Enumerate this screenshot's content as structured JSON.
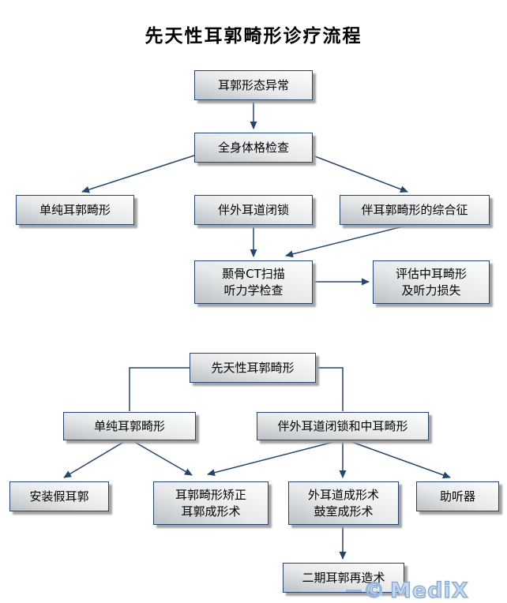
{
  "title": "先天性耳郭畸形诊疗流程",
  "watermark": {
    "copyright": "©",
    "brand": "MediX"
  },
  "colors": {
    "box_border": "#24466e",
    "arrow": "#24466e",
    "box_gradient_dark": "#bdc1c5",
    "box_gradient_light": "#fdfdfd",
    "box_shadow": "#a3a3a3",
    "watermark_fill": "#c3d7ee",
    "watermark_stroke": "#85a9d2",
    "title_color": "#000000"
  },
  "nodes": [
    {
      "id": "ear-shape-abnormal",
      "label": "耳郭形态异常"
    },
    {
      "id": "physical-exam",
      "label": "全身体格检查"
    },
    {
      "id": "simple-deformity-1",
      "label": "单纯耳郭畸形"
    },
    {
      "id": "canal-atresia",
      "label": "伴外耳道闭锁"
    },
    {
      "id": "deformity-syndrome",
      "label": "伴耳郭畸形的综合征"
    },
    {
      "id": "ct-audiology",
      "label": "颞骨CT扫描\n听力学检查"
    },
    {
      "id": "evaluate-middle-ear",
      "label": "评估中耳畸形\n及听力损失"
    },
    {
      "id": "congenital-deformity",
      "label": "先天性耳郭畸形"
    },
    {
      "id": "simple-deformity-2",
      "label": "单纯耳郭畸形"
    },
    {
      "id": "atresia-middle-ear",
      "label": "伴外耳道闭锁和中耳畸形"
    },
    {
      "id": "prosthetic-ear",
      "label": "安装假耳郭"
    },
    {
      "id": "correction-plasty",
      "label": "耳郭畸形矫正\n耳郭成形术"
    },
    {
      "id": "canal-tympanoplasty",
      "label": "外耳道成形术\n鼓室成形术"
    },
    {
      "id": "hearing-aid",
      "label": "助听器"
    },
    {
      "id": "stage2-reconstruction",
      "label": "二期耳郭再造术"
    }
  ],
  "edges": [
    {
      "from": "ear-shape-abnormal",
      "to": "physical-exam"
    },
    {
      "from": "physical-exam",
      "to": "simple-deformity-1"
    },
    {
      "from": "physical-exam",
      "to": "canal-atresia"
    },
    {
      "from": "physical-exam",
      "to": "deformity-syndrome"
    },
    {
      "from": "canal-atresia",
      "to": "ct-audiology"
    },
    {
      "from": "deformity-syndrome",
      "to": "ct-audiology"
    },
    {
      "from": "ct-audiology",
      "to": "evaluate-middle-ear"
    },
    {
      "from": "congenital-deformity",
      "to": "simple-deformity-2"
    },
    {
      "from": "congenital-deformity",
      "to": "atresia-middle-ear"
    },
    {
      "from": "simple-deformity-2",
      "to": "prosthetic-ear"
    },
    {
      "from": "simple-deformity-2",
      "to": "correction-plasty"
    },
    {
      "from": "atresia-middle-ear",
      "to": "correction-plasty"
    },
    {
      "from": "atresia-middle-ear",
      "to": "canal-tympanoplasty"
    },
    {
      "from": "atresia-middle-ear",
      "to": "hearing-aid"
    },
    {
      "from": "canal-tympanoplasty",
      "to": "stage2-reconstruction"
    }
  ]
}
